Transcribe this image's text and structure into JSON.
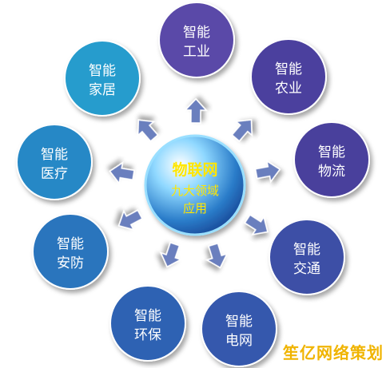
{
  "center": {
    "title": "物联网",
    "subtitle_line1": "九大领域",
    "subtitle_line2": "应用",
    "color": "#2a8fd6"
  },
  "nodes": [
    {
      "id": "industry",
      "line1": "智能",
      "line2": "工业",
      "color": "#5a4aa8"
    },
    {
      "id": "agriculture",
      "line1": "智能",
      "line2": "农业",
      "color": "#4b3f9e"
    },
    {
      "id": "logistics",
      "line1": "智能",
      "line2": "物流",
      "color": "#4a3f9c"
    },
    {
      "id": "transport",
      "line1": "智能",
      "line2": "交通",
      "color": "#3d4fa6"
    },
    {
      "id": "grid",
      "line1": "智能",
      "line2": "电网",
      "color": "#3658ad"
    },
    {
      "id": "environment",
      "line1": "智能",
      "line2": "环保",
      "color": "#2f62b3"
    },
    {
      "id": "security",
      "line1": "智能",
      "line2": "安防",
      "color": "#2a74bd"
    },
    {
      "id": "medical",
      "line1": "智能",
      "line2": "医疗",
      "color": "#2688c6"
    },
    {
      "id": "home",
      "line1": "智能",
      "line2": "家居",
      "color": "#269ccd"
    }
  ],
  "watermark": "笙亿网络策划"
}
